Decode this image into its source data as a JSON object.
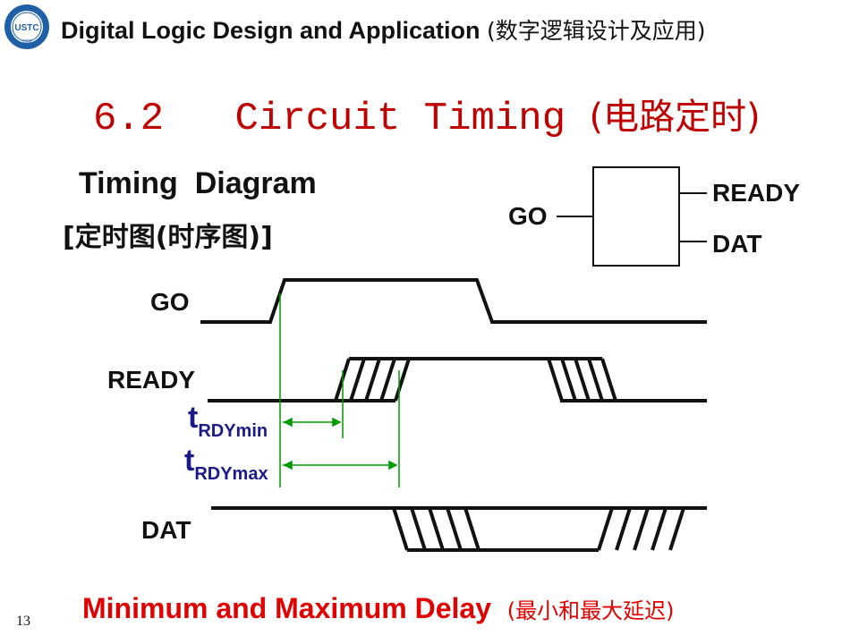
{
  "header": {
    "title": "Digital Logic Design and Application",
    "title_cn": "(数字逻辑设计及应用)",
    "logo_text": "USTC",
    "logo_year": "1958"
  },
  "slide": {
    "section": "6.2",
    "title": "Circuit Timing",
    "title_cn": "(电路定时)"
  },
  "diagram_heading": {
    "en": "Timing  Diagram",
    "cn": "[定时图(时序图)]"
  },
  "block": {
    "input": "GO",
    "outputs": [
      "READY",
      "DAT"
    ]
  },
  "signals": [
    "GO",
    "READY",
    "DAT"
  ],
  "timing": {
    "min_label": "t",
    "min_sub": "RDYmin",
    "max_label": "t",
    "max_sub": "RDYmax"
  },
  "colors": {
    "title_red": "#c00000",
    "caption_red": "#e00000",
    "timing_label_blue": "#1a1a8c",
    "marker_green": "#009900",
    "logo_blue": "#1e5fa8"
  },
  "footer": {
    "caption": "Minimum and Maximum Delay",
    "caption_cn": "(最小和最大延迟)",
    "page": "13"
  }
}
